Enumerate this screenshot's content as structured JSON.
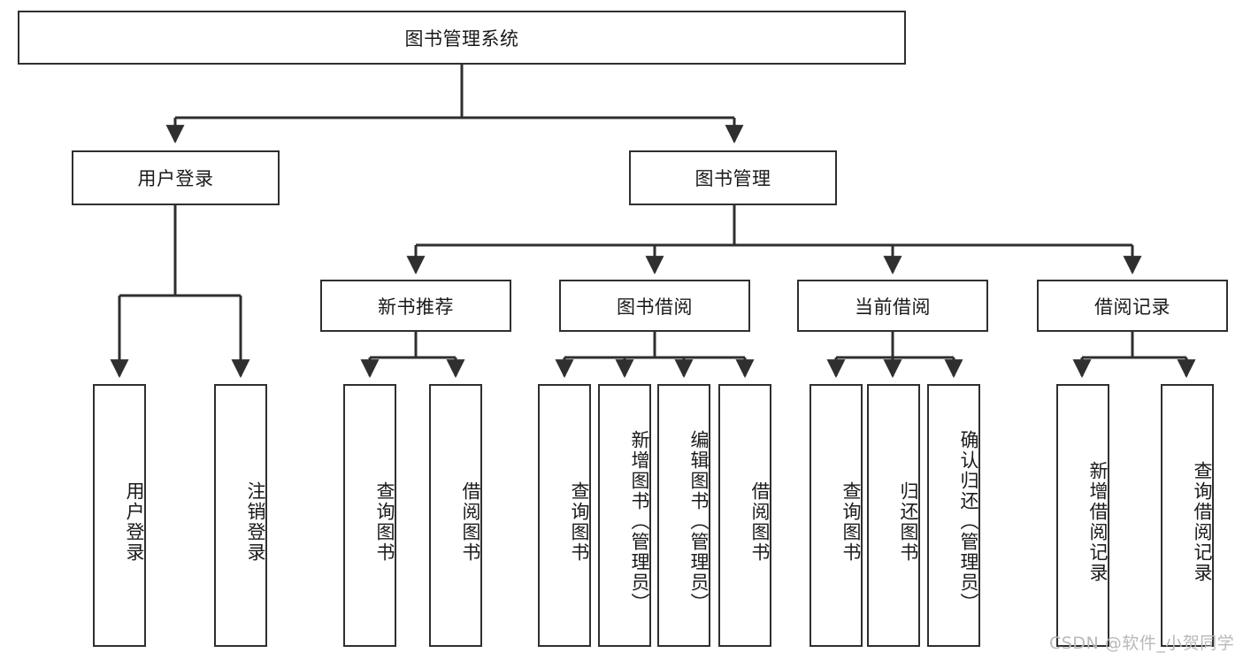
{
  "diagram": {
    "type": "tree",
    "title": "图书管理系统",
    "root": {
      "label": "图书管理系统"
    },
    "level1": [
      {
        "label": "用户登录"
      },
      {
        "label": "图书管理"
      }
    ],
    "level2": [
      {
        "label": "新书推荐"
      },
      {
        "label": "图书借阅"
      },
      {
        "label": "当前借阅"
      },
      {
        "label": "借阅记录"
      }
    ],
    "leaves": {
      "user_login": [
        {
          "label": "用户登录"
        },
        {
          "label": "注销登录"
        }
      ],
      "new_book_recommend": [
        {
          "label": "查询图书"
        },
        {
          "label": "借阅图书"
        }
      ],
      "book_borrow": [
        {
          "label": "查询图书"
        },
        {
          "label": "新增图书（管理员）"
        },
        {
          "label": "编辑图书（管理员）"
        },
        {
          "label": "借阅图书"
        }
      ],
      "current_borrow": [
        {
          "label": "查询图书"
        },
        {
          "label": "归还图书"
        },
        {
          "label": "确认归还（管理员）"
        }
      ],
      "borrow_record": [
        {
          "label": "新增借阅记录"
        },
        {
          "label": "查询借阅记录"
        }
      ]
    }
  },
  "watermark": {
    "text": "CSDN @软件_小贺同学"
  },
  "colors": {
    "stroke": "#2f2f2f",
    "background": "#ffffff",
    "text": "#1a1a1a",
    "watermark": "#b9b9b9"
  }
}
